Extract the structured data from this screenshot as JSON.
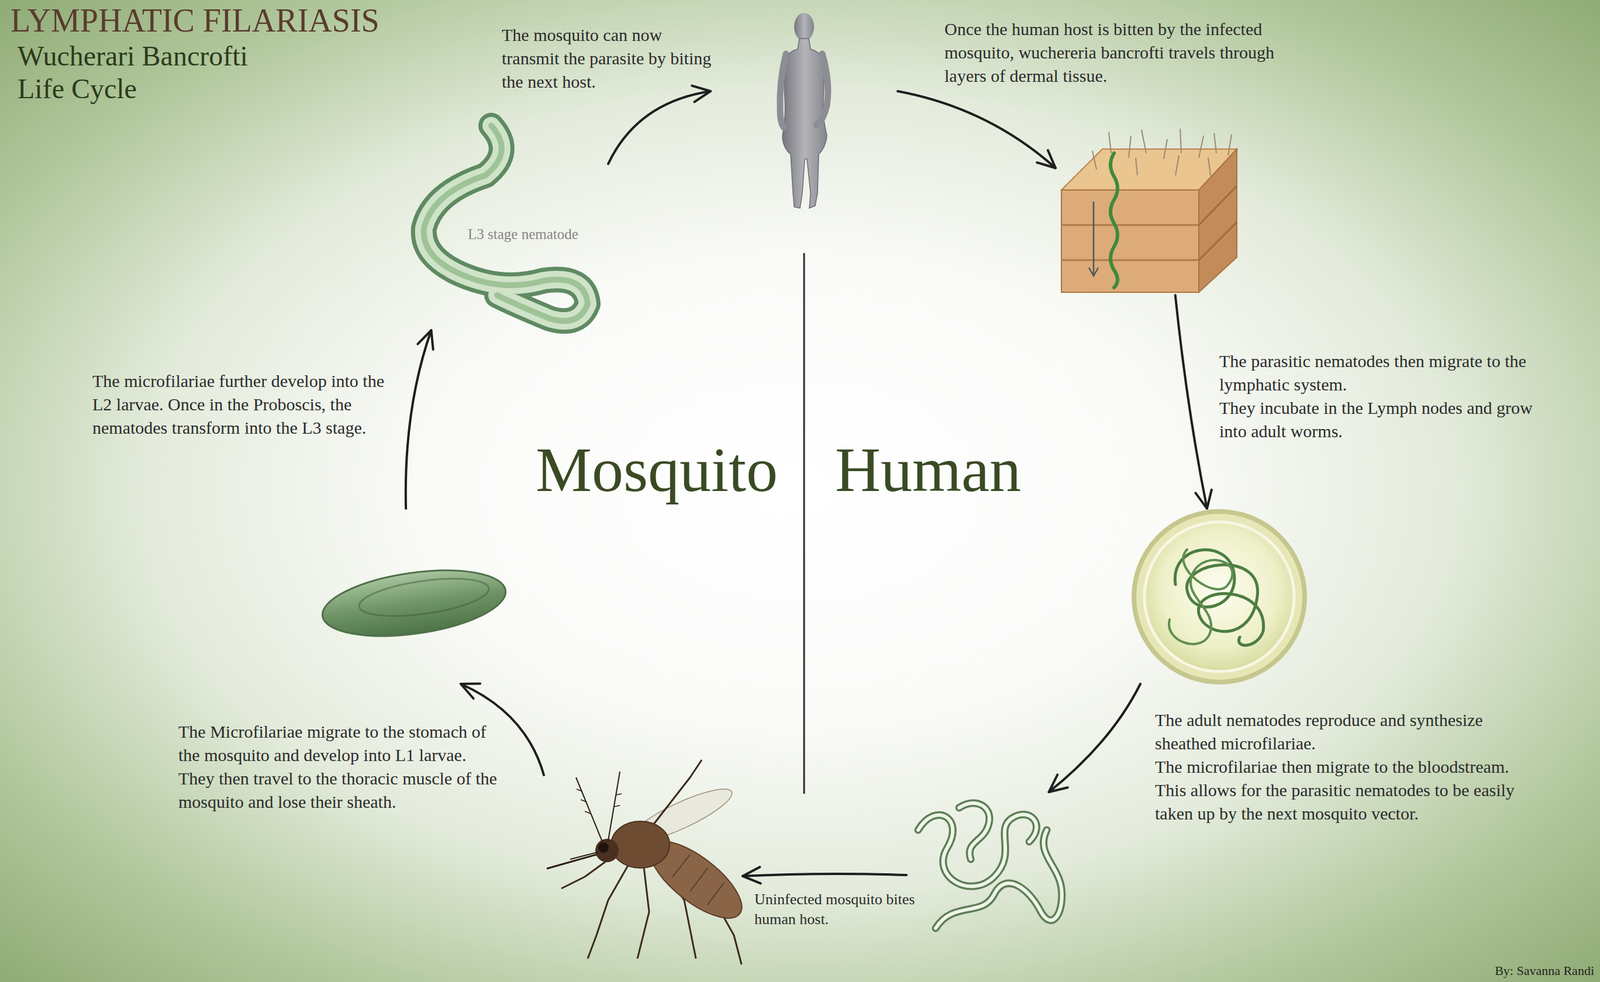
{
  "diagram": {
    "title": "LYMPHATIC FILARIASIS",
    "nodes": [
      {
        "text": [
          "The mosquito can now transmit the parasite by biting the next host."
        ]
      },
      {
        "text": [
          "Once the human host is bitten by the infected mosquito, wuchereria bancrofti travels through layers of dermal tissue."
        ]
      },
      {
        "text": [
          "The parasitic nematodes then migrate to the lymphatic system.",
          "They incubate in the Lymph nodes and grow into adult worms."
        ]
      },
      {
        "text": [
          "The adult nematodes reproduce and synthesize sheathed microfilariae.",
          "The microfilariae then migrate to the bloodstream.",
          "This allows for the parasitic nematodes to be easily taken up by the next mosquito vector."
        ]
      },
      {
        "text": [
          "Uninfected mosquito bites human host."
        ]
      },
      {
        "text": [
          "The Microfilariae migrate to the stomach of the mosquito and develop into L1 larvae. They then travel to the thoracic muscle of the mosquito and lose their sheath."
        ]
      },
      {
        "text": [
          "L3 stage nematode",
          "The microfilariae further develop into the L2 larvae. Once in the Proboscis, the nematodes transform into the L3 stage."
        ]
      }
    ],
    "edges": [
      {
        "from": 0,
        "to": 1,
        "arrow": "to"
      },
      {
        "from": 1,
        "to": 2,
        "arrow": "to"
      },
      {
        "from": 2,
        "to": 3,
        "arrow": "to"
      },
      {
        "from": 3,
        "to": 4,
        "arrow": "to"
      },
      {
        "from": 4,
        "to": 5,
        "arrow": "to"
      },
      {
        "from": 5,
        "to": 6,
        "arrow": "to"
      },
      {
        "from": 6,
        "to": 0,
        "arrow": "to"
      }
    ],
    "labels": [
      "Wucherari Bancrofti Life Cycle",
      "Mosquito",
      "Human",
      "By: Savanna Randi"
    ]
  }
}
